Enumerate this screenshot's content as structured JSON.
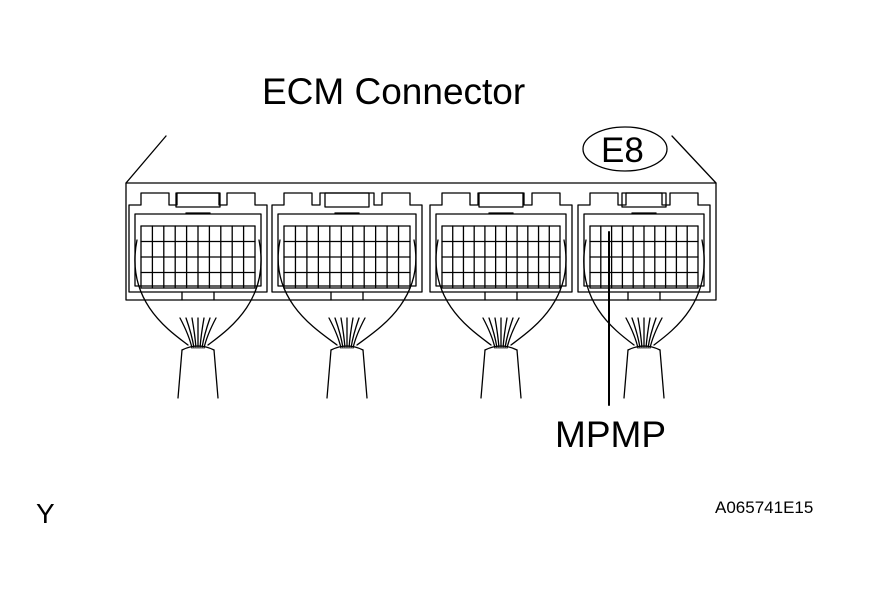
{
  "diagram": {
    "title": "ECM Connector",
    "connector_id": "E8",
    "pin_label": "MPMP",
    "corner_mark": "Y",
    "figure_code": "A065741E15"
  }
}
